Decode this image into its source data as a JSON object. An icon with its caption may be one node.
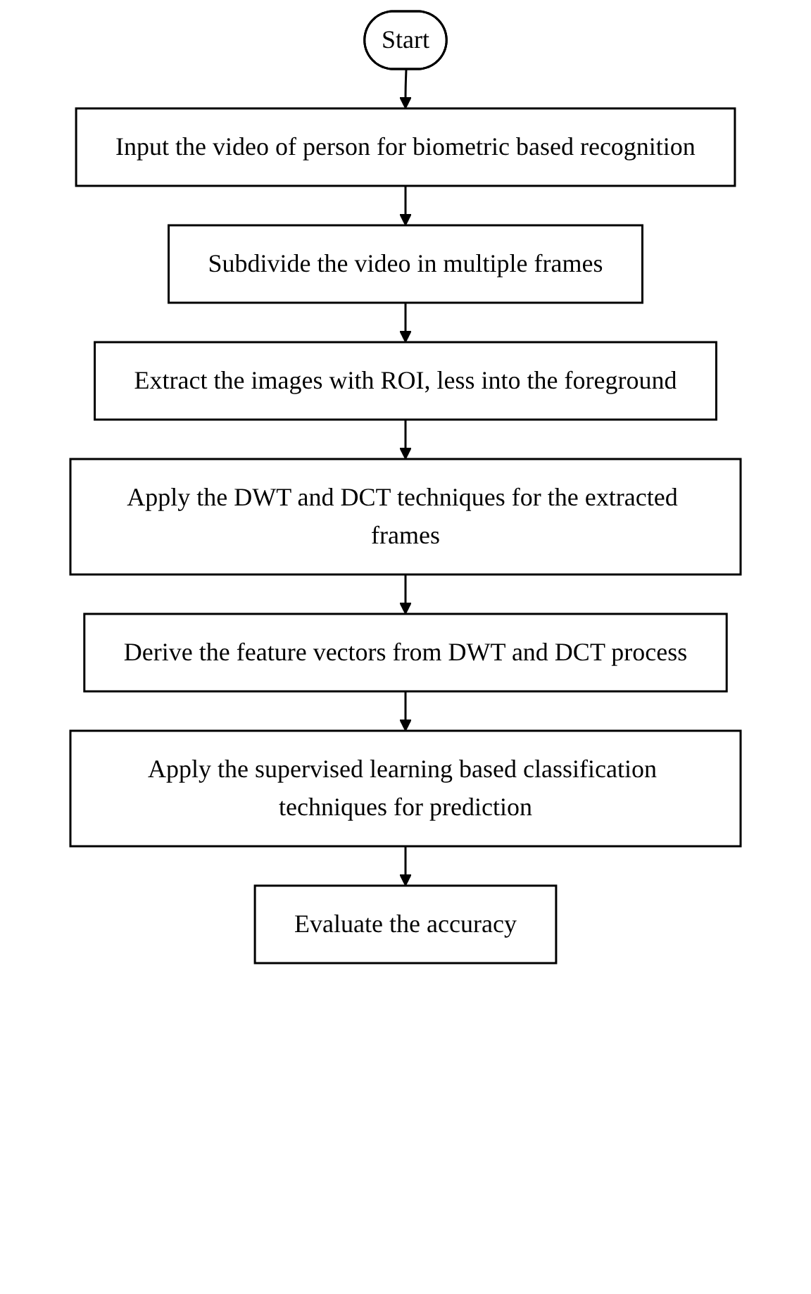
{
  "diagram": {
    "nodes": [
      {
        "text": [
          "Start"
        ]
      },
      {
        "text": [
          "Input the video of person for biometric based recognition"
        ]
      },
      {
        "text": [
          "Subdivide the video in multiple frames"
        ]
      },
      {
        "text": [
          "Extract the images with ROI, less into the foreground"
        ]
      },
      {
        "text": [
          "Apply the DWT and DCT techniques for the extracted frames"
        ]
      },
      {
        "text": [
          "Derive the feature vectors from DWT and DCT process"
        ]
      },
      {
        "text": [
          "Apply the supervised learning based classification techniques for prediction"
        ]
      },
      {
        "text": [
          "Evaluate the accuracy"
        ]
      }
    ],
    "edges": [
      {
        "from": 0,
        "to": 1,
        "arrow": "to"
      },
      {
        "from": 1,
        "to": 2,
        "arrow": "to"
      },
      {
        "from": 2,
        "to": 3,
        "arrow": "to"
      },
      {
        "from": 3,
        "to": 4,
        "arrow": "to"
      },
      {
        "from": 4,
        "to": 5,
        "arrow": "to"
      },
      {
        "from": 5,
        "to": 6,
        "arrow": "to"
      },
      {
        "from": 6,
        "to": 7,
        "arrow": "to"
      }
    ]
  }
}
